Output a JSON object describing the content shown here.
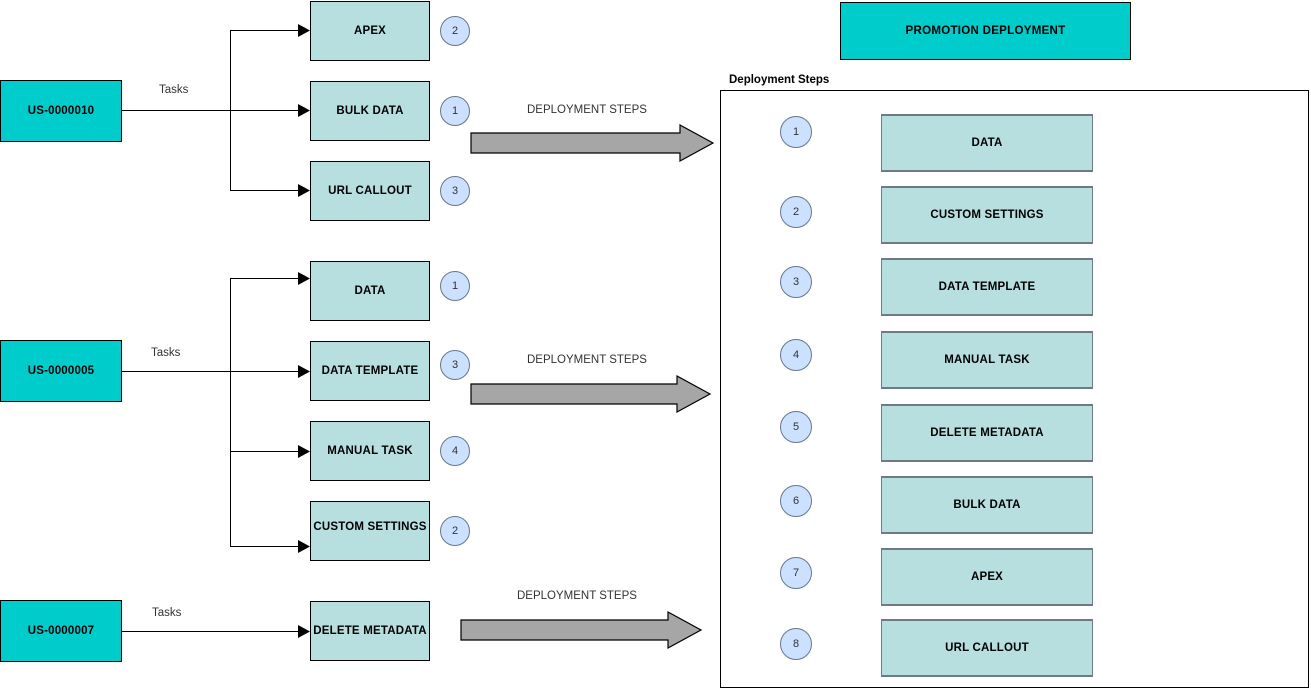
{
  "diagram": {
    "title_box": {
      "label": "PROMOTION DEPLOYMENT"
    },
    "panel_caption": "Deployment Steps",
    "tasks_edge_label": "Tasks",
    "flow_arrow_label": "DEPLOYMENT STEPS",
    "colors": {
      "teal": "#00CCCC",
      "aqua": "#B8DFDF",
      "badge_fill": "#CCE0FF",
      "badge_border": "#66788A",
      "arrow_fill": "#A6A6A6",
      "arrow_border": "#000000",
      "step_border": "#6E7B84"
    },
    "user_stories": [
      {
        "id": "US-0000010",
        "edge_label": "Tasks",
        "arrow_label": "DEPLOYMENT STEPS",
        "tasks": [
          {
            "label": "APEX",
            "order": "2"
          },
          {
            "label": "BULK DATA",
            "order": "1"
          },
          {
            "label": "URL CALLOUT",
            "order": "3"
          }
        ]
      },
      {
        "id": "US-0000005",
        "edge_label": "Tasks",
        "arrow_label": "DEPLOYMENT STEPS",
        "tasks": [
          {
            "label": "DATA",
            "order": "1"
          },
          {
            "label": "DATA TEMPLATE",
            "order": "3"
          },
          {
            "label": "MANUAL TASK",
            "order": "4"
          },
          {
            "label": "CUSTOM SETTINGS",
            "order": "2"
          }
        ]
      },
      {
        "id": "US-0000007",
        "edge_label": "Tasks",
        "arrow_label": "DEPLOYMENT STEPS",
        "tasks": [
          {
            "label": "DELETE METADATA",
            "order": ""
          }
        ]
      }
    ],
    "deployment_steps": [
      {
        "order": "1",
        "label": "DATA"
      },
      {
        "order": "2",
        "label": "CUSTOM SETTINGS"
      },
      {
        "order": "3",
        "label": "DATA TEMPLATE"
      },
      {
        "order": "4",
        "label": "MANUAL TASK"
      },
      {
        "order": "5",
        "label": "DELETE METADATA"
      },
      {
        "order": "6",
        "label": "BULK DATA"
      },
      {
        "order": "7",
        "label": "APEX"
      },
      {
        "order": "8",
        "label": "URL CALLOUT"
      }
    ]
  }
}
